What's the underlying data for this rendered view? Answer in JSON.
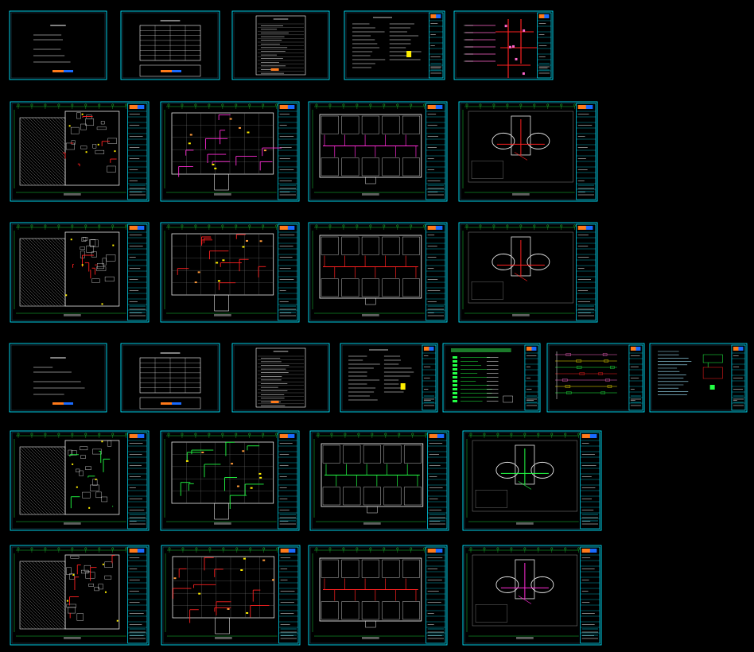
{
  "app": {
    "title": "",
    "background": "#000000"
  },
  "colors": {
    "sheet_border": "#00e5ff",
    "title_block": "#00e5ff",
    "wall": "#e8e8e8",
    "cool_pipe": "#ff2bd6",
    "warm_pipe": "#ff2020",
    "green_pipe": "#22ff44",
    "yellow_line": "#ffee00",
    "dim_text": "#9ad7ff"
  },
  "rows": [
    {
      "name": "row-1-covers-and-notes",
      "sheets": [
        {
          "kind": "cover"
        },
        {
          "kind": "table-sheet"
        },
        {
          "kind": "index-sheet"
        },
        {
          "kind": "notes-sheet"
        },
        {
          "kind": "riser-sheet"
        }
      ]
    },
    {
      "name": "row-2-plans",
      "sheets": [
        {
          "kind": "plan-hatched",
          "pipe": "warm_pipe"
        },
        {
          "kind": "plan-grid",
          "pipe": "cool_pipe"
        },
        {
          "kind": "plan-rooms",
          "pipe": "cool_pipe"
        },
        {
          "kind": "plan-rounded",
          "pipe": "warm_pipe"
        }
      ]
    },
    {
      "name": "row-3-plans",
      "sheets": [
        {
          "kind": "plan-hatched",
          "pipe": "warm_pipe"
        },
        {
          "kind": "plan-grid",
          "pipe": "warm_pipe"
        },
        {
          "kind": "plan-rooms",
          "pipe": "warm_pipe"
        },
        {
          "kind": "plan-rounded",
          "pipe": "warm_pipe"
        }
      ]
    },
    {
      "name": "row-4-covers-and-legends",
      "sheets": [
        {
          "kind": "cover"
        },
        {
          "kind": "table-sheet"
        },
        {
          "kind": "index-sheet"
        },
        {
          "kind": "notes-sheet"
        },
        {
          "kind": "legend-green"
        },
        {
          "kind": "system-diagram"
        },
        {
          "kind": "schematic"
        }
      ]
    },
    {
      "name": "row-5-plans",
      "sheets": [
        {
          "kind": "plan-hatched",
          "pipe": "green_pipe"
        },
        {
          "kind": "plan-grid",
          "pipe": "green_pipe"
        },
        {
          "kind": "plan-rooms",
          "pipe": "green_pipe"
        },
        {
          "kind": "plan-rounded",
          "pipe": "green_pipe"
        }
      ]
    },
    {
      "name": "row-6-plans",
      "sheets": [
        {
          "kind": "plan-hatched",
          "pipe": "warm_pipe"
        },
        {
          "kind": "plan-grid",
          "pipe": "warm_pipe"
        },
        {
          "kind": "plan-rooms",
          "pipe": "warm_pipe"
        },
        {
          "kind": "plan-rounded",
          "pipe": "cool_pipe"
        }
      ]
    }
  ]
}
